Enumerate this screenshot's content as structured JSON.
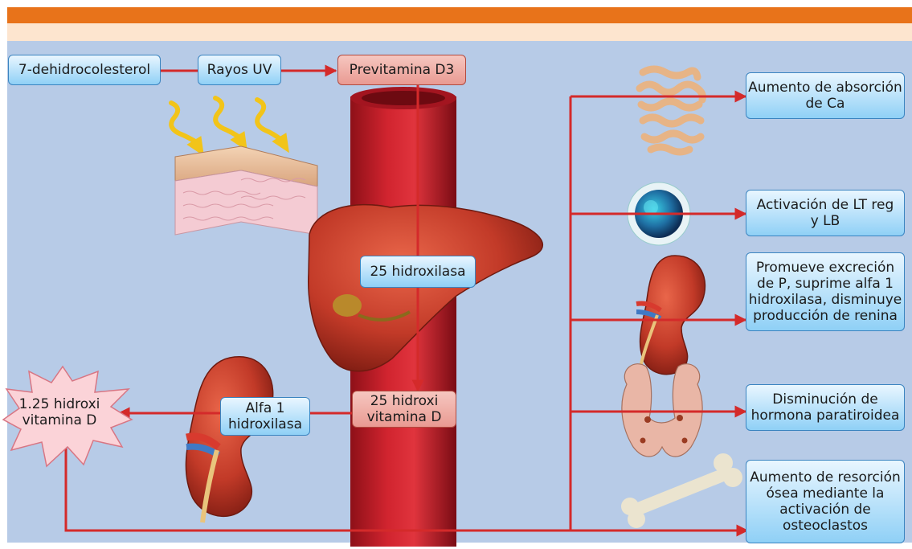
{
  "header": {
    "bar_color": "#e8731a",
    "sub_bar_color": "#fde5cf"
  },
  "colors": {
    "panel": "#b7cbe7",
    "arrow": "#d42a2a",
    "blue_box": "#8fd0f6",
    "pink_box": "#e99a92"
  },
  "pathway": {
    "precursor": "7-dehidrocolesterol",
    "uv": "Rayos UV",
    "previtamin": "Previtamina D3",
    "liver_enzyme": "25 hidroxilasa",
    "metabolite": "25 hidroxi\nvitamina D",
    "kidney_enzyme": "Alfa 1\nhidroxilasa",
    "active_form": "1.25 hidroxi\nvitamina D"
  },
  "effects": [
    {
      "text": "Aumento de absorción\nde Ca",
      "organ": "intestine-icon"
    },
    {
      "text": "Activación de LT reg\ny LB",
      "organ": "lymphocyte-icon"
    },
    {
      "text": "Promueve excreción\nde P, suprime alfa 1\nhidroxilasa, disminuye\nproducción de renina",
      "organ": "kidney-icon"
    },
    {
      "text": "Disminución de\nhormona paratiroidea",
      "organ": "parathyroid-icon"
    },
    {
      "text": "Aumento de resorción\nósea mediante la\nactivación de\nosteoclastos",
      "organ": "bone-icon"
    }
  ]
}
